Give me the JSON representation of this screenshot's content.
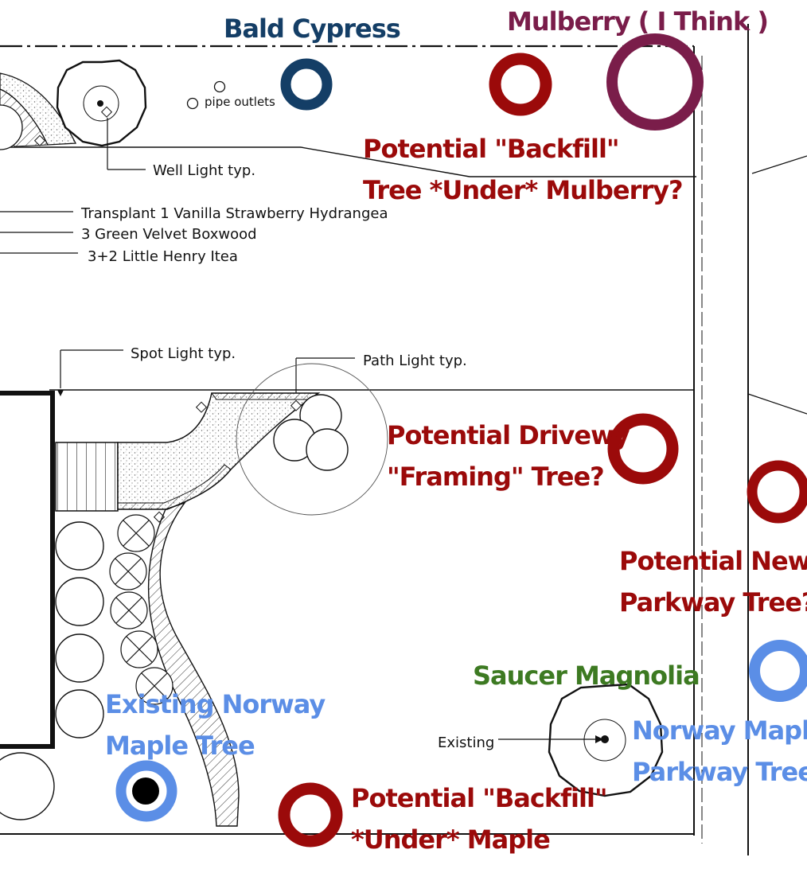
{
  "colors": {
    "red": "#9b0a0a",
    "navy": "#143e66",
    "maroon": "#7a1d4a",
    "blue": "#5b8ee6",
    "green": "#3d7a22"
  },
  "labels": {
    "bald_cypress": "Bald Cypress",
    "mulberry": "Mulberry ( I Think )",
    "backfill_mulberry_1": "Potential \"Backfill\"",
    "backfill_mulberry_2": "Tree *Under* Mulberry?",
    "driveway_1": "Potential Drivewy",
    "driveway_2": "\"Framing\" Tree?",
    "parkway_new_1": "Potential New",
    "parkway_new_2": "Parkway Tree?",
    "saucer_magnolia": "Saucer Magnolia",
    "norway_parkway_1": "Norway Maple",
    "norway_parkway_2": "Parkway Tree",
    "existing_norway_1": "Existing Norway",
    "existing_norway_2": "Maple Tree",
    "backfill_maple_1": "Potential \"Backfill\"",
    "backfill_maple_2": "*Under* Maple"
  },
  "cad_notes": {
    "pipe_outlets": "pipe outlets",
    "well_light": "Well Light typ.",
    "transplant": "Transplant 1 Vanilla Strawberry Hydrangea",
    "boxwood": "3 Green Velvet Boxwood",
    "itea": "3+2 Little Henry Itea",
    "spot_light": "Spot Light typ.",
    "path_light": "Path Light typ.",
    "existing": "Existing"
  }
}
